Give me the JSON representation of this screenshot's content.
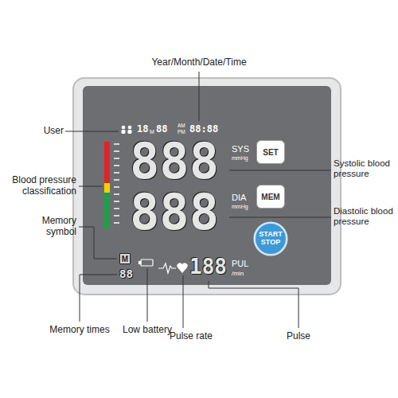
{
  "diagram": {
    "nodes": [
      {
        "text": [
          "M"
        ]
      },
      {
        "text": [
          "SET"
        ]
      },
      {
        "text": [
          "MEM"
        ]
      },
      {
        "text": [
          "START STOP"
        ]
      }
    ],
    "labels": [
      "Year/Month/Date/Time",
      "User",
      "Blood pressure classification",
      "Memory symbol",
      "Memory times",
      "Low battery",
      "Pulse rate",
      "Pulse",
      "Systolic blood pressure",
      "Diastolic blood pressure",
      "18",
      "M",
      "88",
      "AM",
      "PM",
      "88:88",
      "888",
      "SYS",
      "mmHg",
      "888",
      "DIA",
      "mmHg",
      "88",
      "188",
      "PUL",
      "/min"
    ]
  }
}
